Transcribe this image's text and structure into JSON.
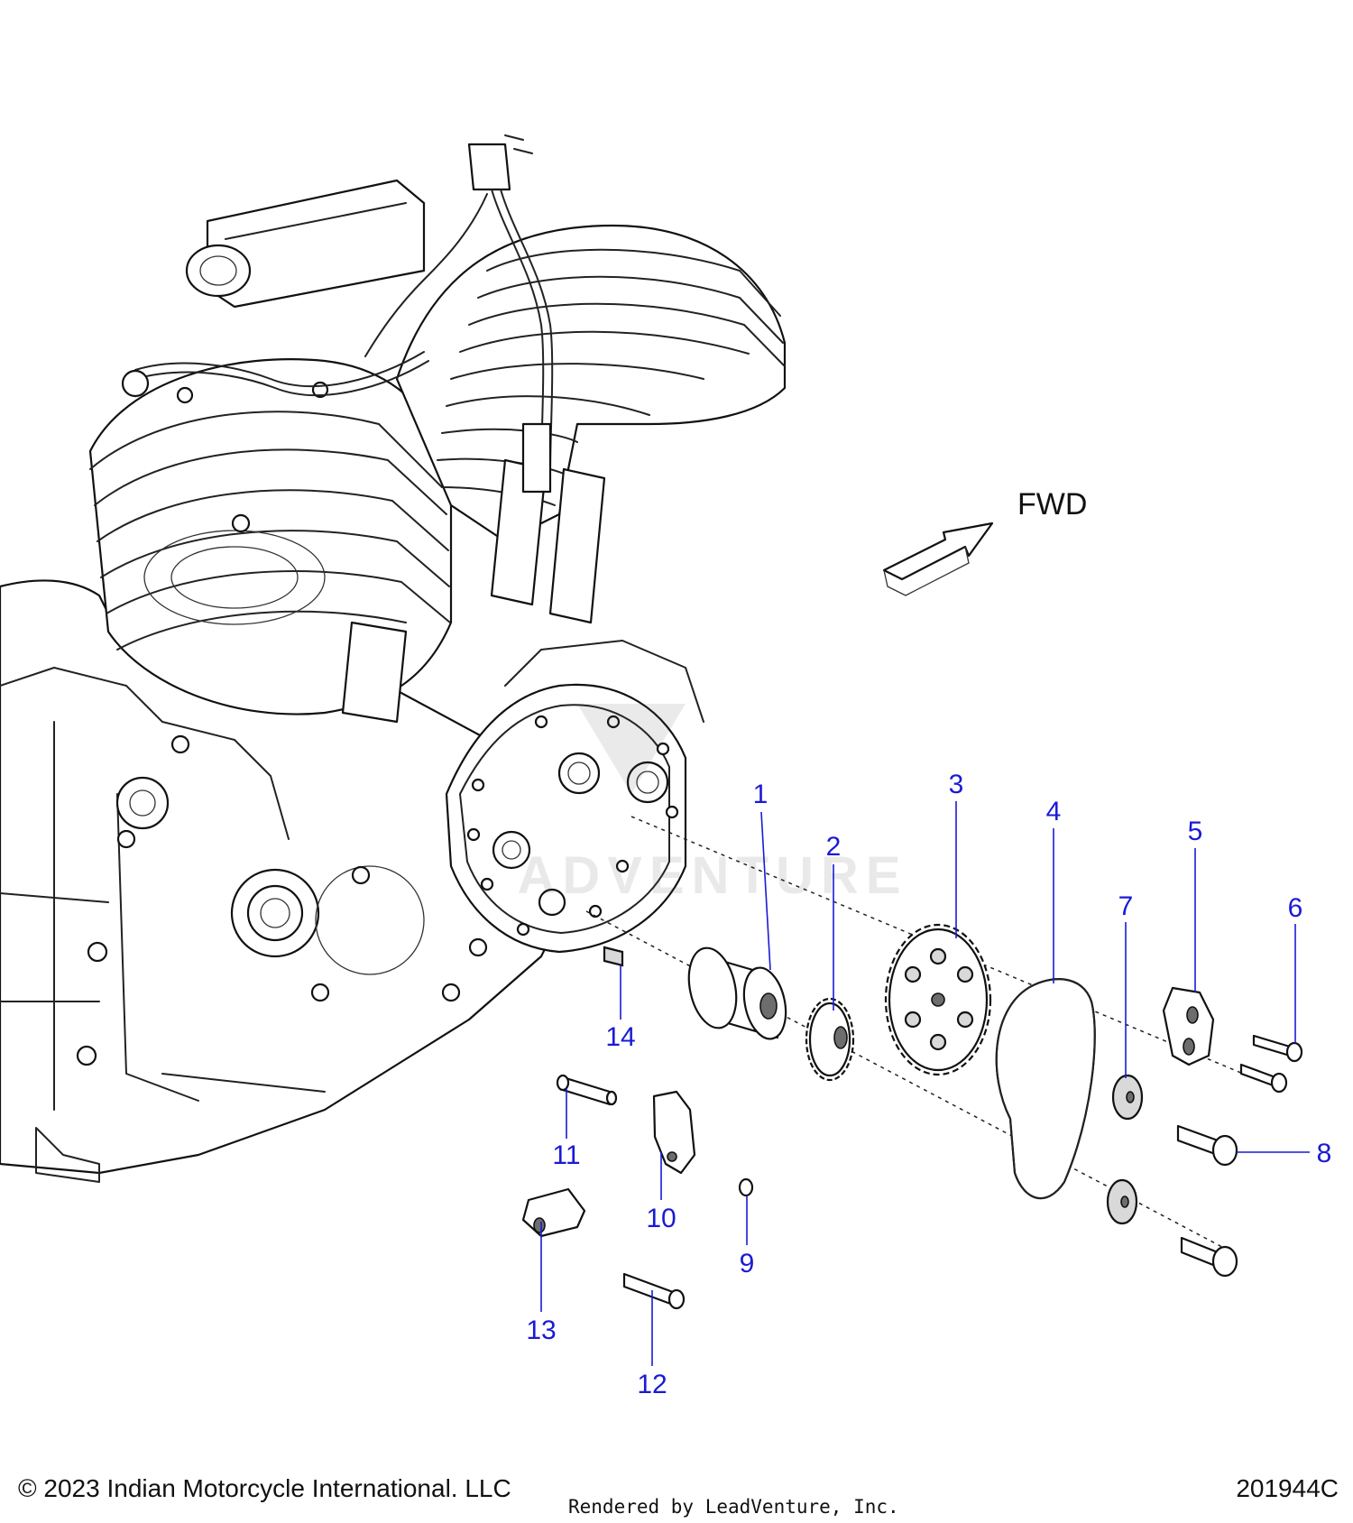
{
  "diagram": {
    "direction_label": "FWD",
    "callouts": [
      {
        "label": "1"
      },
      {
        "label": "2"
      },
      {
        "label": "3"
      },
      {
        "label": "4"
      },
      {
        "label": "5"
      },
      {
        "label": "6"
      },
      {
        "label": "7"
      },
      {
        "label": "8"
      },
      {
        "label": "9"
      },
      {
        "label": "10"
      },
      {
        "label": "11"
      },
      {
        "label": "12"
      },
      {
        "label": "13"
      },
      {
        "label": "14"
      }
    ],
    "watermark": "ADVENTURE",
    "colors": {
      "callout": "#1a1ad6",
      "line": "#222222"
    }
  },
  "footer": {
    "copyright": "© 2023 Indian Motorcycle International. LLC",
    "rendered_by": "Rendered by LeadVenture, Inc.",
    "diagram_id": "201944C"
  }
}
